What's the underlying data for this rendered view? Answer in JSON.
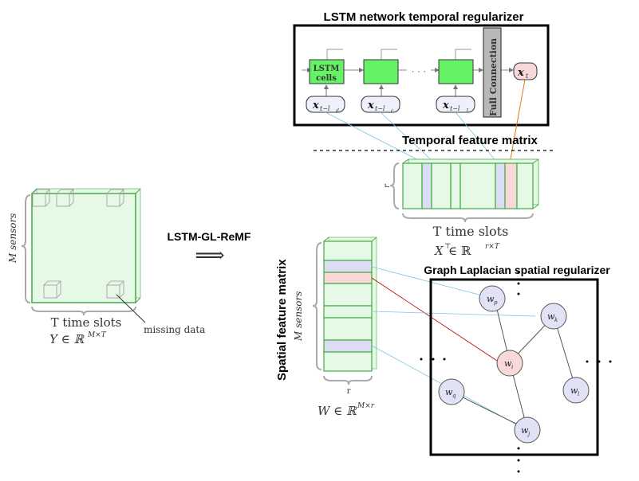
{
  "titles": {
    "lstm_regularizer": "LSTM network temporal regularizer",
    "temporal_feature_matrix": "Temporal feature matrix",
    "graph_regularizer": "Graph Laplacian spatial regularizer",
    "spatial_feature_matrix": "Spatial feature matrix",
    "method": "LSTM-GL-ReMF"
  },
  "lstm": {
    "cell_label_1": "LSTM",
    "cell_label_2": "cells",
    "full_connection": "Full Connection",
    "output": "x",
    "output_sub": "t",
    "inputs": [
      {
        "sub": "t−l",
        "subsub": "d"
      },
      {
        "sub": "t−l",
        "subsub": "c"
      },
      {
        "sub": "t−l",
        "subsub": "1"
      }
    ],
    "ellipsis": "· · ·"
  },
  "left_matrix": {
    "rows_label": "M sensors",
    "cols_label": "T time slots",
    "annotation": "missing data",
    "formula": "Y ∈ ℝ",
    "formula_sup": "M×T"
  },
  "temporal_matrix": {
    "rows_label": "r",
    "cols_label": "T time slots",
    "formula": "X",
    "formula_sup_T": "⊤",
    "formula_rest": " ∈ ℝ",
    "formula_sup": "r×T"
  },
  "spatial_matrix": {
    "rows_label": "M sensors",
    "cols_label": "r",
    "formula": "W ∈ ℝ",
    "formula_sup": "M×r"
  },
  "arrow": "⟹",
  "graph": {
    "nodes": [
      "w",
      "w",
      "w",
      "w",
      "w",
      "w"
    ],
    "node_subs": [
      "p",
      "k",
      "i",
      "q",
      "l",
      "j"
    ],
    "dots": "· ·"
  },
  "colors": {
    "green_fill": "#66f266",
    "light_green": "#d8f5d8",
    "green_stroke": "#44aa44",
    "pink": "#f8d8d8",
    "lavender": "#dcdcf5",
    "red_line": "#c00000",
    "blue_line": "#7ac6e0",
    "orange_line": "#e07b1a",
    "gray_fc": "#b8b8b8"
  }
}
